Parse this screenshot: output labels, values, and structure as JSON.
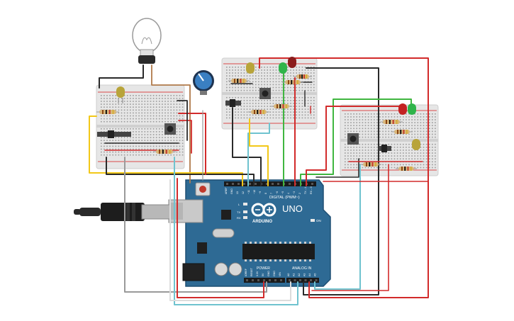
{
  "board": {
    "logo_text": "ARDUINO",
    "model_text": "UNO",
    "digital_header_label": "DIGITAL (PWM~)",
    "power_label": "POWER",
    "analog_label": "ANALOG IN",
    "on_label": "ON",
    "l_label": "L",
    "tx_label": "TX",
    "rx_label": "RX",
    "digital_pins": [
      "AREF",
      "GND",
      "13",
      "12",
      "~11",
      "~10",
      "~9",
      "8",
      "7",
      "~6",
      "~5",
      "4",
      "~3",
      "2",
      "TX→1",
      "RX←0"
    ],
    "power_pins": [
      "IOREF",
      "RESET",
      "3.3V",
      "5V",
      "GND",
      "GND",
      "VIN"
    ],
    "analog_pins": [
      "A0",
      "A1",
      "A2",
      "A3",
      "A4",
      "A5"
    ]
  },
  "colors": {
    "board": "#2e6a94",
    "board_dark": "#1f4f73",
    "breadboard": "#e6e6e6",
    "wire_red": "#d22b2b",
    "wire_black": "#2a2a2a",
    "wire_yellow": "#f2c818",
    "wire_green": "#3fb63f",
    "wire_cyan": "#6fc3cf",
    "wire_grey": "#9a9a9a",
    "wire_brown": "#b07a4a",
    "led_red": "#c32222",
    "led_green": "#2fb44a",
    "led_yellow": "#b8a43a",
    "pot_blue": "#3a7fc2"
  }
}
